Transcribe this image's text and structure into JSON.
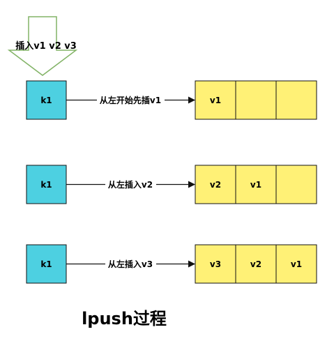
{
  "diagram": {
    "arrow_label": "插入v1 v2 v3",
    "title": "lpush过程",
    "colors": {
      "key_fill": "#4dd0e1",
      "cell_fill": "#fff176",
      "stroke": "#111111",
      "big_arrow": "#82b366"
    },
    "rows": [
      {
        "key": "k1",
        "edge_label": "从左开始先插v1",
        "cells": [
          "v1",
          "",
          ""
        ]
      },
      {
        "key": "k1",
        "edge_label": "从左插入v2",
        "cells": [
          "v2",
          "v1",
          ""
        ]
      },
      {
        "key": "k1",
        "edge_label": "从左插入v3",
        "cells": [
          "v3",
          "v2",
          "v1"
        ]
      }
    ]
  }
}
